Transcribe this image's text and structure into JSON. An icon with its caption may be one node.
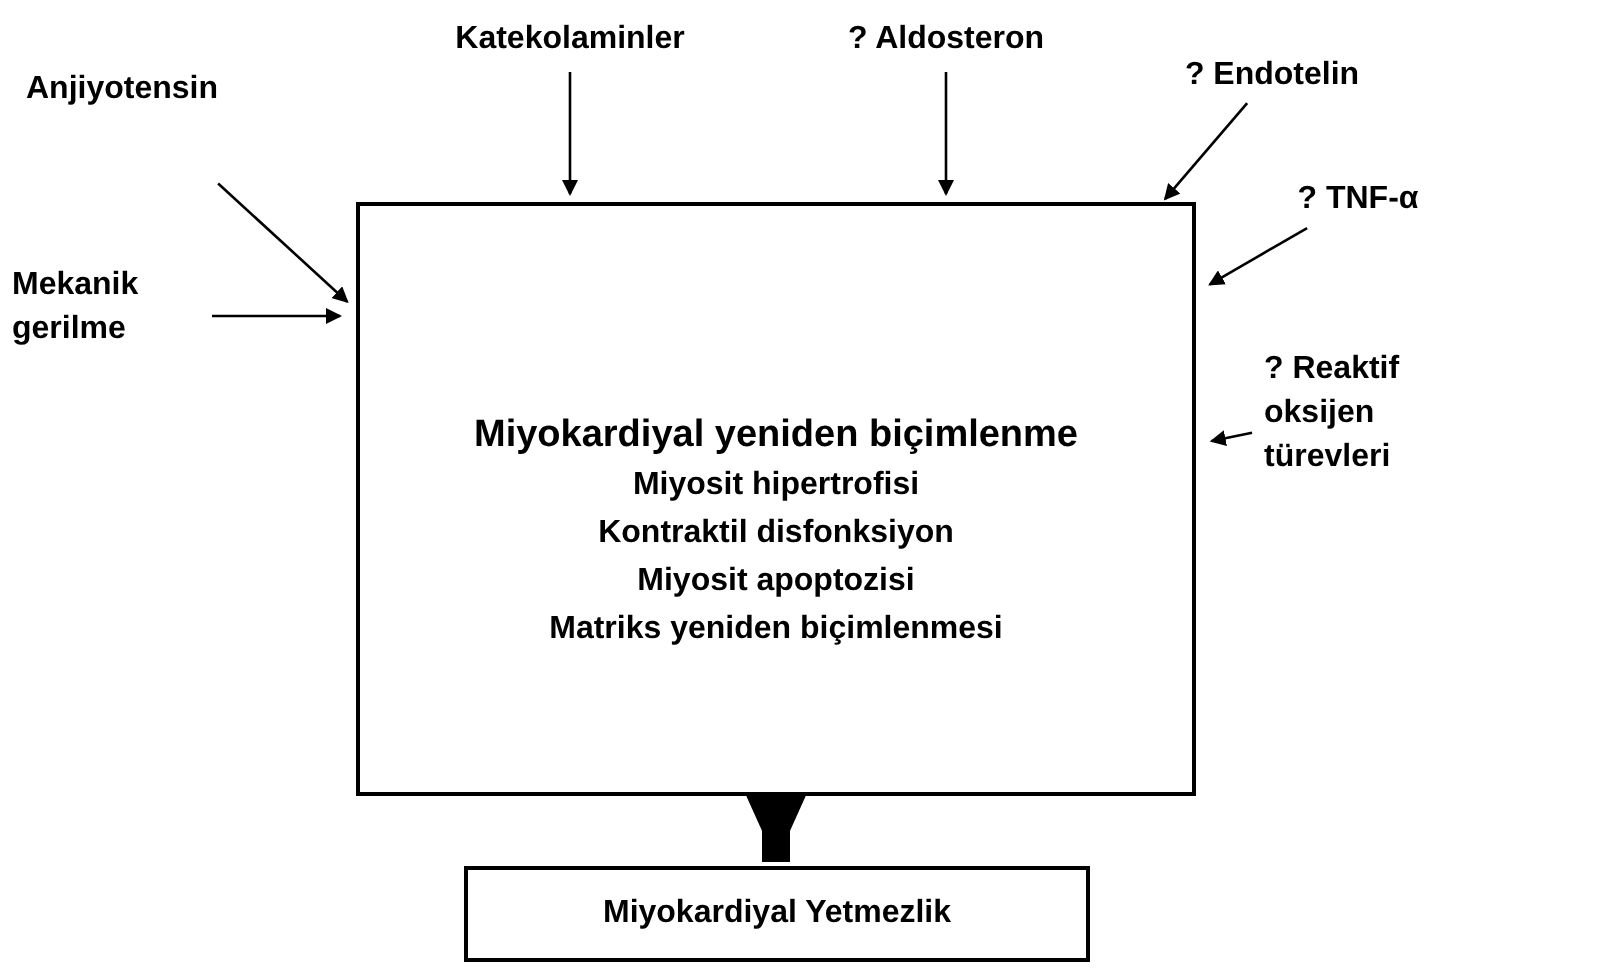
{
  "diagram": {
    "nodes": [
      {
        "text": [
          "Anjiyotensin"
        ]
      },
      {
        "text": [
          "Katekolaminler"
        ]
      },
      {
        "text": [
          "? Aldosteron"
        ]
      },
      {
        "text": [
          "? Endotelin"
        ]
      },
      {
        "text": [
          "? TNF-α"
        ]
      },
      {
        "text": [
          "Mekanik gerilme"
        ]
      },
      {
        "text": [
          "? Reaktif oksijen türevleri"
        ]
      },
      {
        "text": [
          "Miyokardiyal yeniden biçimlenme",
          "Miyosit hipertrofisi",
          "Kontraktil disfonksiyon",
          "Miyosit apoptozisi",
          "Matriks yeniden biçimlenmesi"
        ]
      },
      {
        "text": [
          "Miyokardiyal Yetmezlik"
        ]
      }
    ],
    "edges": [
      {
        "from": 0,
        "to": 7,
        "arrow": "to"
      },
      {
        "from": 1,
        "to": 7,
        "arrow": "to"
      },
      {
        "from": 2,
        "to": 7,
        "arrow": "to"
      },
      {
        "from": 3,
        "to": 7,
        "arrow": "to"
      },
      {
        "from": 4,
        "to": 7,
        "arrow": "to"
      },
      {
        "from": 5,
        "to": 7,
        "arrow": "to"
      },
      {
        "from": 6,
        "to": 7,
        "arrow": "to"
      },
      {
        "from": 7,
        "to": 8,
        "arrow": "to",
        "style": "thick"
      }
    ]
  }
}
